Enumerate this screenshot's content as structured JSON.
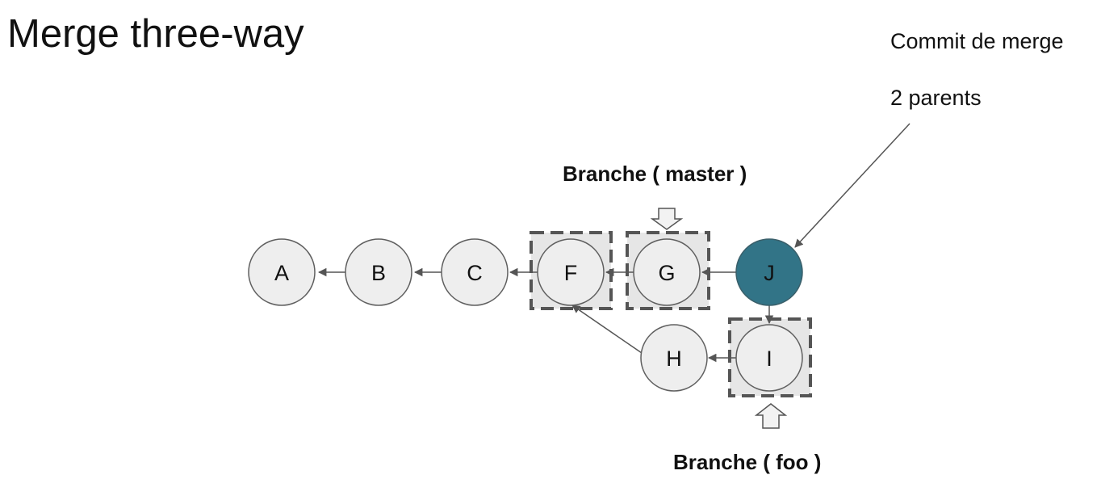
{
  "slide": {
    "title": "Merge three-way"
  },
  "annotation": {
    "line1": "Commit de merge",
    "line2": "2 parents"
  },
  "branches": {
    "master": "Branche ( master )",
    "foo": "Branche ( foo )"
  },
  "commits": {
    "A": "A",
    "B": "B",
    "C": "C",
    "F": "F",
    "G": "G",
    "H": "H",
    "I": "I",
    "J": "J"
  },
  "colors": {
    "node_fill": "#eeeeee",
    "node_stroke": "#5f5f5f",
    "merge_fill": "#327487",
    "edge": "#555555",
    "ref_box_stroke": "#555555"
  }
}
